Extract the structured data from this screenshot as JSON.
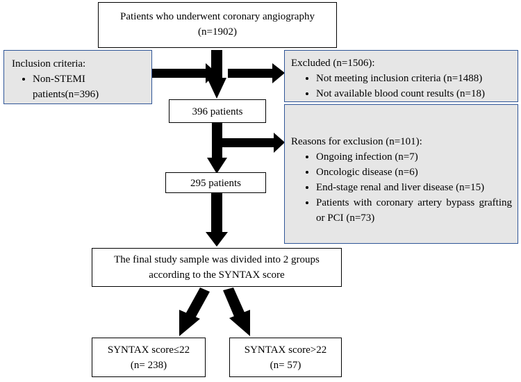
{
  "boxes": {
    "top": {
      "line1": "Patients who underwent coronary angiography",
      "line2": "(n=1902)"
    },
    "inclusion": {
      "title": "Inclusion criteria:",
      "items": [
        "Non-STEMI patients(n=396)"
      ]
    },
    "excluded": {
      "title": "Excluded (n=1506):",
      "items": [
        "Not meeting inclusion criteria (n=1488)",
        "Not available blood count results (n=18)"
      ]
    },
    "patients396": {
      "text": "396 patients"
    },
    "reasons": {
      "title": "Reasons for exclusion (n=101):",
      "items": [
        "Ongoing infection (n=7)",
        "Oncologic disease (n=6)",
        "End-stage renal and liver disease (n=15)",
        "Patients with coronary artery bypass grafting or PCI (n=73)"
      ]
    },
    "patients295": {
      "text": "295 patients"
    },
    "final": {
      "line1": "The final study sample was divided into 2 groups",
      "line2": "according to the SYNTAX score"
    },
    "group_low": {
      "line1": "SYNTAX score≤22",
      "line2": "(n= 238)"
    },
    "group_high": {
      "line1": "SYNTAX score>22",
      "line2": "(n= 57)"
    }
  },
  "colors": {
    "grey_fill": "#e6e6e6",
    "grey_border": "#2f5597",
    "arrow": "#000000"
  }
}
